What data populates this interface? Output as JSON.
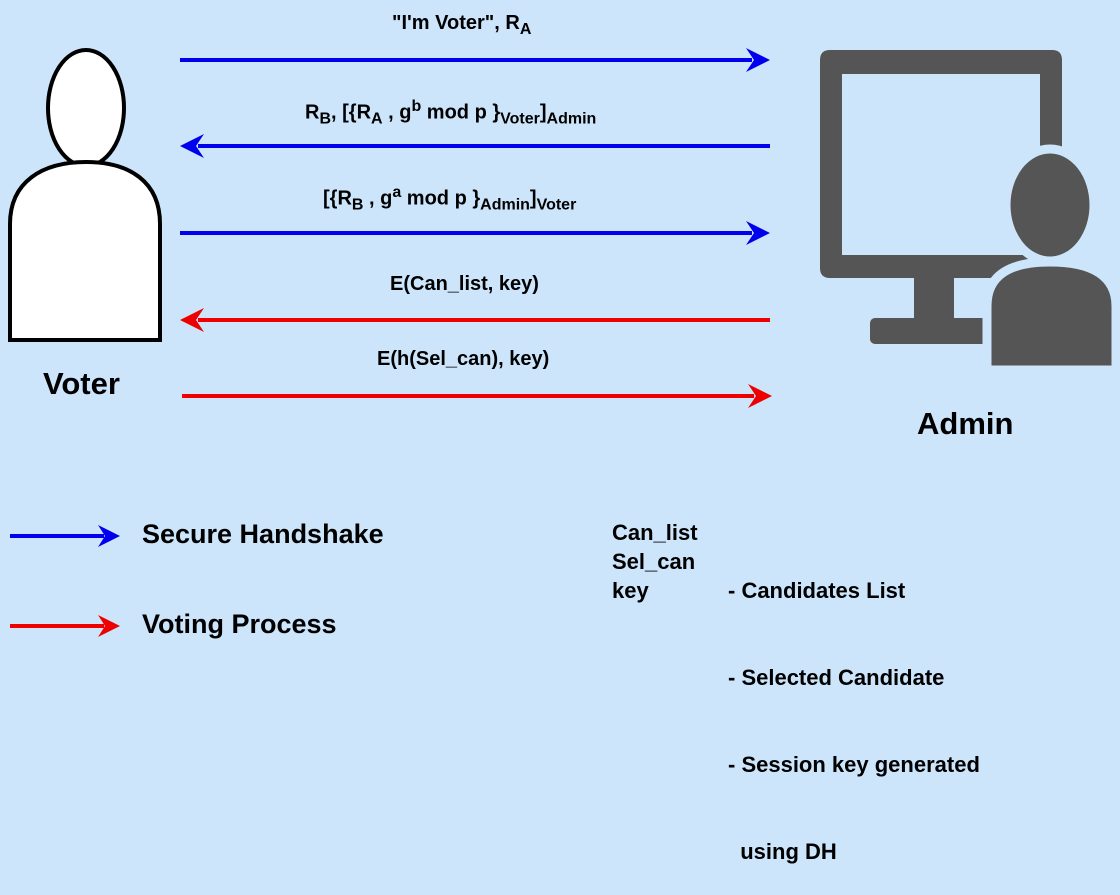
{
  "actors": {
    "voter_label": "Voter",
    "admin_label": "Admin"
  },
  "messages": {
    "m1": {
      "text": "\"I'm Voter\", R",
      "sub": "A"
    },
    "m2": {
      "a": "R",
      "a_sub": "B",
      "b": ", [{R",
      "b_sub": "A",
      "c": " , g",
      "c_sup": "b",
      "d": " mod p }",
      "d_sub": "Voter",
      "e": "]",
      "e_sub": "Admin"
    },
    "m3": {
      "a": "[{R",
      "a_sub": "B",
      "b": " , g",
      "b_sup": "a",
      "c": " mod p }",
      "c_sub": "Admin",
      "d": "]",
      "d_sub": "Voter"
    },
    "m4": {
      "text": "E(Can_list, key)"
    },
    "m5": {
      "text": "E(h(Sel_can), key)"
    }
  },
  "legend": {
    "handshake_label": "Secure Handshake",
    "voting_label": "Voting Process"
  },
  "glossary": {
    "terms": [
      "Can_list",
      "Sel_can",
      "key"
    ],
    "definitions": [
      "- Candidates List",
      "- Selected Candidate",
      "- Session key generated",
      "  using DH"
    ]
  },
  "colors": {
    "background": "#cce5fb",
    "handshake": "#0000ee",
    "voting": "#ee0000",
    "admin_icon": "#555555"
  }
}
